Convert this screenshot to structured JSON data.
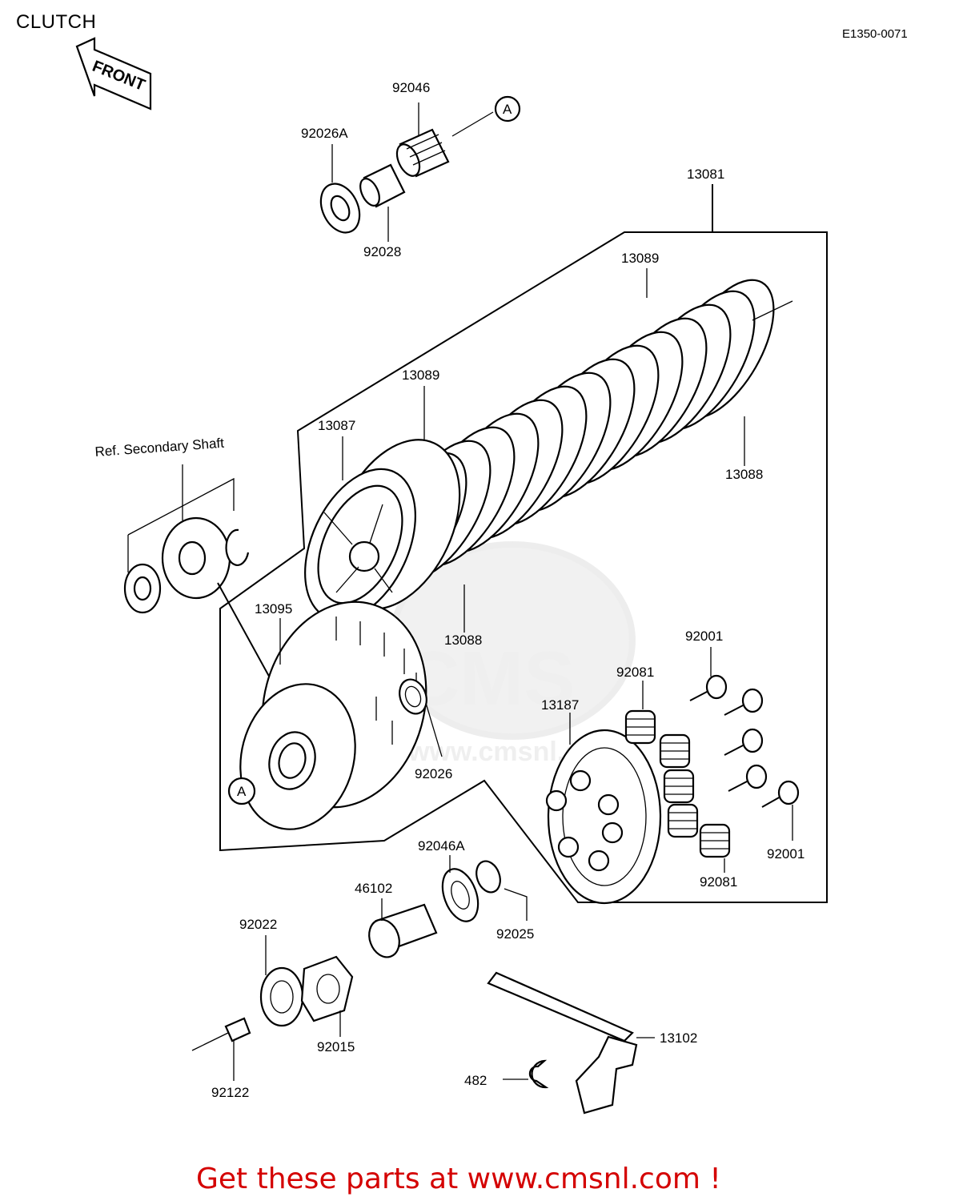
{
  "header": {
    "title": "CLUTCH",
    "diagram_code": "E1350-0071",
    "front_label": "FRONT"
  },
  "reference_label": "Ref. Secondary Shaft",
  "watermark": {
    "text": "CMS",
    "url_text": "www.cmsnl.com"
  },
  "callouts": {
    "c13081": "13081",
    "c13089_top": "13089",
    "c13089_mid": "13089",
    "c13088_right": "13088",
    "c13088_bottom": "13088",
    "c13087": "13087",
    "c13095": "13095",
    "c92046": "92046",
    "c92026a": "92026A",
    "c92028": "92028",
    "c92026": "92026",
    "c92001_top": "92001",
    "c92001_bottom": "92001",
    "c92081_top": "92081",
    "c92081_bottom": "92081",
    "c13187": "13187",
    "c92046a": "92046A",
    "c46102": "46102",
    "c92025": "92025",
    "c92022": "92022",
    "c92015": "92015",
    "c92122": "92122",
    "c13102": "13102",
    "c482": "482",
    "ref_a_top": "A",
    "ref_a_bottom": "A"
  },
  "cta": "Get these parts at www.cmsnl.com !",
  "colors": {
    "cta": "#d40000",
    "ink": "#000000",
    "watermark": "#e6e6e6"
  }
}
